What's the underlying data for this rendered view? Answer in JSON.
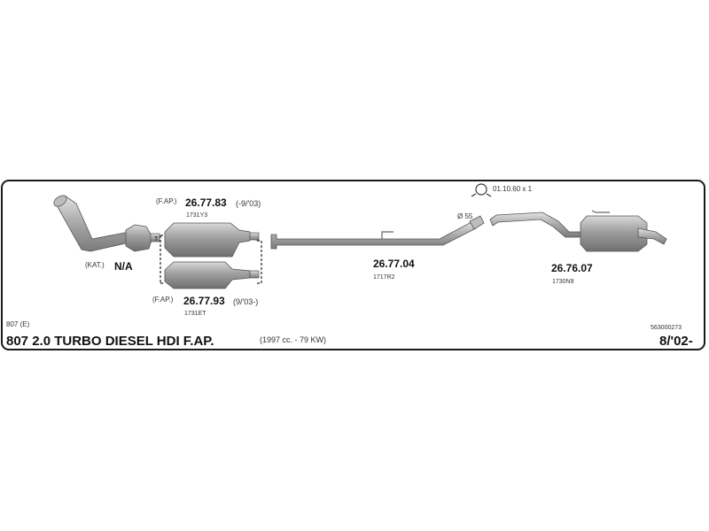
{
  "diagram": {
    "model_code": "807 (E)",
    "catalog_ref": "563000273",
    "title": "807  2.0 TURBO DIESEL HDI F.AP.",
    "spec": "(1997 cc. - 79 KW)",
    "date": "8/'02-",
    "clamp": {
      "label": "01.10.60 x 1"
    },
    "pipe_diameter": "Ø 55",
    "parts": {
      "cat": {
        "prefix": "(KAT.)",
        "number": "N/A"
      },
      "dpf_top": {
        "prefix": "(F.AP.)",
        "number": "26.77.83",
        "range": "(-9/'03)",
        "oem": "1731Y3"
      },
      "dpf_bottom": {
        "prefix": "(F.AP.)",
        "number": "26.77.93",
        "range": "(9/'03-)",
        "oem": "1731ET"
      },
      "middle_pipe": {
        "number": "26.77.04",
        "oem": "1717R2"
      },
      "rear_silencer": {
        "number": "26.76.07",
        "oem": "1730N9"
      }
    },
    "colors": {
      "metal": "#9a9a9a",
      "outline": "#555555",
      "frame": "#1a1a1a"
    }
  }
}
